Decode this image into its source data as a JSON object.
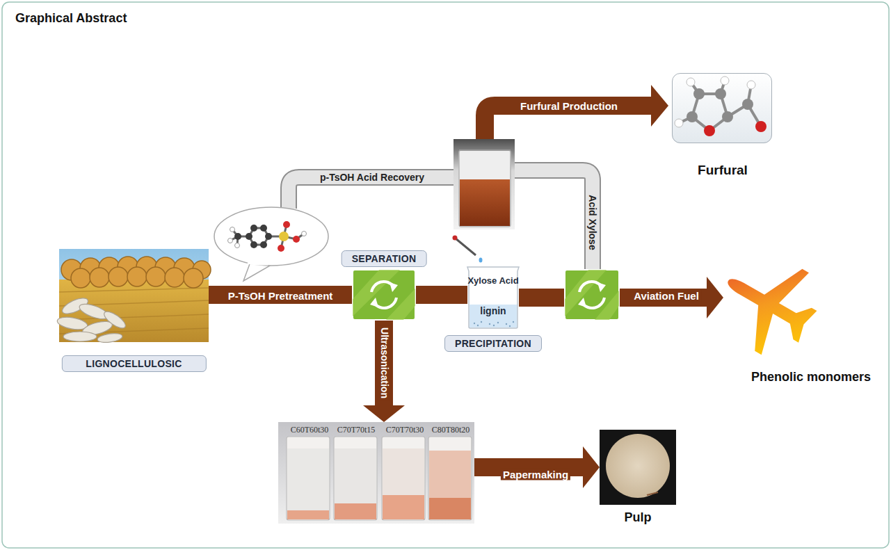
{
  "diagram": {
    "title": "Graphical Abstract",
    "nodes": [
      {
        "text": [
          "Furfural"
        ]
      },
      {
        "text": [
          "LIGNOCELLULOSIC"
        ]
      },
      {
        "text": [
          "SEPARATION"
        ]
      },
      {
        "text": [
          "Xylose Acid",
          "lignin",
          "PRECIPITATION"
        ]
      },
      {
        "text": [
          "Phenolic monomers"
        ]
      },
      {
        "text": [
          "C60T60t30",
          "C70T70t15",
          "C70T70t30",
          "C80T80t20"
        ]
      },
      {
        "text": [
          "Pulp"
        ]
      }
    ],
    "edges": [
      {
        "from": 1,
        "to": 2,
        "label": "P-TsOH Pretreatment",
        "arrow": "none"
      },
      {
        "from": 2,
        "to": 3,
        "arrow": "none"
      },
      {
        "from": 3,
        "to": 4,
        "label": "Aviation Fuel",
        "arrow": "to"
      },
      {
        "from": 2,
        "to": 5,
        "label": "Ultrasonication",
        "arrow": "to"
      },
      {
        "from": 5,
        "to": 6,
        "label": "Papermaking",
        "arrow": "to"
      }
    ],
    "labels": [
      "p-TsOH Acid Recovery",
      "Furfural Production",
      "Acid Xylose"
    ]
  }
}
